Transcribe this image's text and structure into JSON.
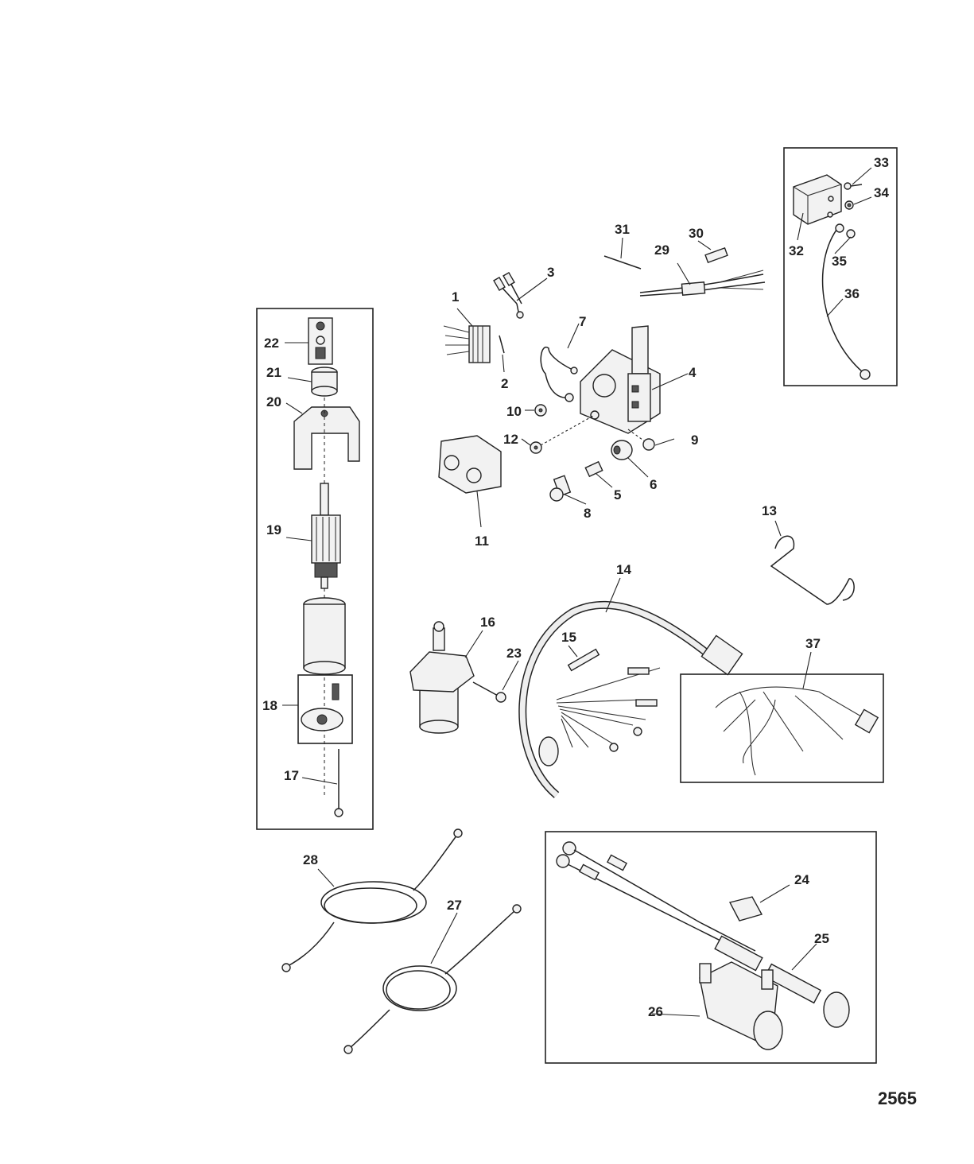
{
  "figure_code": "2565",
  "callouts": [
    "1",
    "2",
    "3",
    "4",
    "5",
    "6",
    "7",
    "8",
    "9",
    "10",
    "11",
    "12",
    "13",
    "14",
    "15",
    "16",
    "17",
    "18",
    "19",
    "20",
    "21",
    "22",
    "23",
    "24",
    "25",
    "26",
    "27",
    "28",
    "29",
    "30",
    "31",
    "32",
    "33",
    "34",
    "35",
    "36",
    "37"
  ]
}
